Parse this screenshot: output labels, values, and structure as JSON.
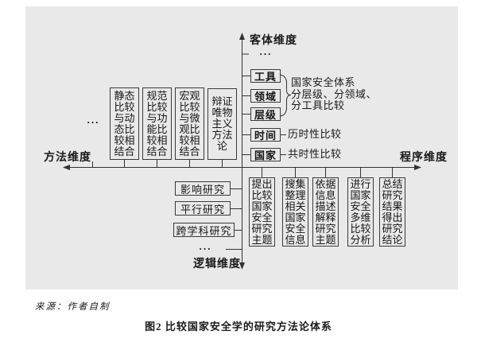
{
  "figure": {
    "caption": "图2 比较国家安全学的研究方法论体系",
    "source": "来源：作者自制"
  },
  "axes": {
    "top": "客体维度",
    "left": "方法维度",
    "right": "程序维度",
    "bottom": "逻辑维度"
  },
  "ellipsis": "···",
  "object_axis": {
    "boxes": [
      "工具",
      "领域",
      "层级",
      "时间",
      "国家"
    ],
    "brace_note_lines": [
      "国家安全体系",
      "分层级、分领域、",
      "分工具比较"
    ],
    "time_note": "历时性比较",
    "country_note": "共时性比较"
  },
  "method_axis": {
    "boxes": [
      "静态比较与动态比较相结合",
      "规范比较与功能比较相结合",
      "宏观比较与微观比较相结合",
      "辩证唯物主义方法论"
    ]
  },
  "logic_axis": {
    "boxes": [
      "影响研究",
      "平行研究",
      "跨学科研究"
    ]
  },
  "procedure_axis": {
    "boxes": [
      "提出比较国家安全研究主题",
      "搜集整理相关国家安全信息",
      "依据信息描述解释研究主题",
      "进行国家安全多维比较分析",
      "总结研究结果得出研究结论"
    ]
  },
  "colors": {
    "panel_bg": "#e9e9e9",
    "line": "#333333",
    "text": "#1a1a1a"
  }
}
